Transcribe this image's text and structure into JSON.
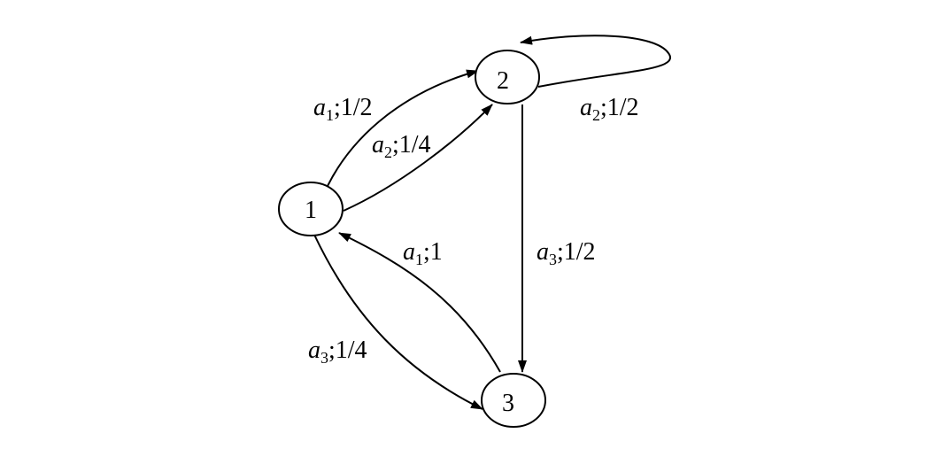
{
  "nodes": [
    {
      "id": "1",
      "label": "1"
    },
    {
      "id": "2",
      "label": "2"
    },
    {
      "id": "3",
      "label": "3"
    }
  ],
  "edges": [
    {
      "from": "1",
      "to": "2",
      "action": "a",
      "sub": "1",
      "prob": ";1/2"
    },
    {
      "from": "1",
      "to": "2",
      "action": "a",
      "sub": "2",
      "prob": ";1/4"
    },
    {
      "from": "2",
      "to": "2",
      "action": "a",
      "sub": "2",
      "prob": ";1/2"
    },
    {
      "from": "2",
      "to": "3",
      "action": "a",
      "sub": "3",
      "prob": ";1/2"
    },
    {
      "from": "3",
      "to": "1",
      "action": "a",
      "sub": "1",
      "prob": ";1"
    },
    {
      "from": "1",
      "to": "3",
      "action": "a",
      "sub": "3",
      "prob": ";1/4"
    }
  ]
}
